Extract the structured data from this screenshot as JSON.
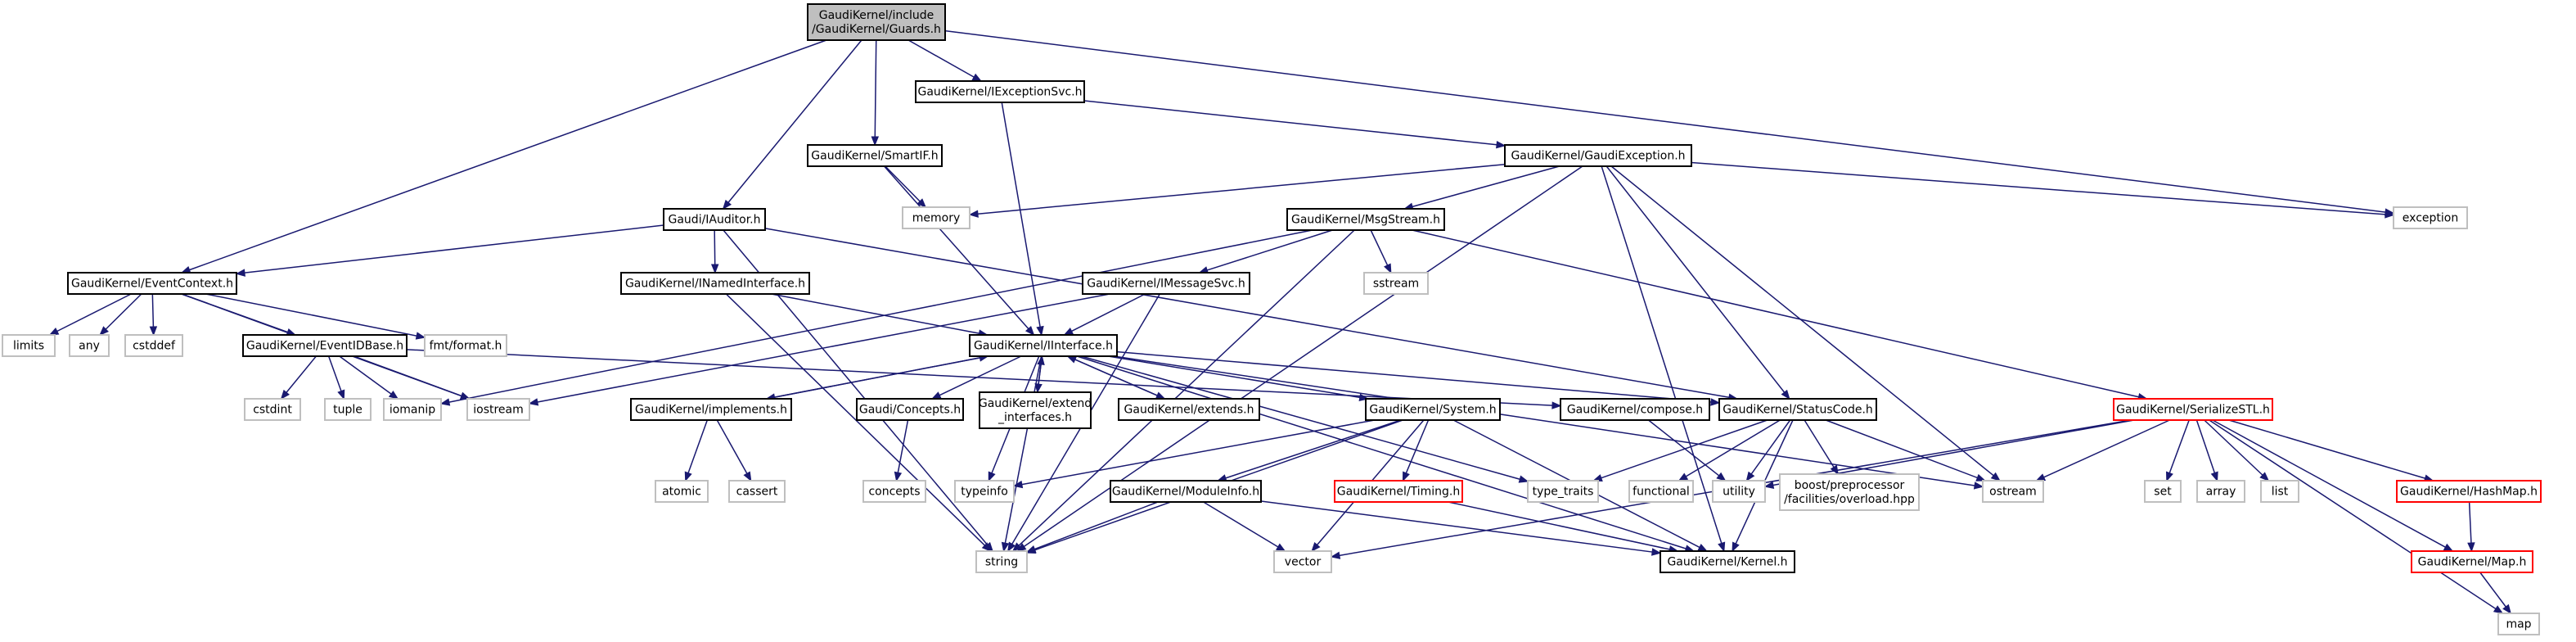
{
  "colors": {
    "edge": "#191970",
    "root_fill": "#bfbfbf",
    "root_border": "#000000",
    "header_border": "#000000",
    "external_border": "#bfbfbf",
    "truncated_border": "#ff0000",
    "text": "#000000"
  },
  "nodes": [
    {
      "id": "guards",
      "lines": [
        "GaudiKernel/include",
        "/GaudiKernel/Guards.h"
      ],
      "kind": "root"
    },
    {
      "id": "iexceptionsvc",
      "lines": [
        "GaudiKernel/IExceptionSvc.h"
      ],
      "kind": "header"
    },
    {
      "id": "smartif",
      "lines": [
        "GaudiKernel/SmartIF.h"
      ],
      "kind": "header"
    },
    {
      "id": "gaudiexception",
      "lines": [
        "GaudiKernel/GaudiException.h"
      ],
      "kind": "header"
    },
    {
      "id": "iauditor",
      "lines": [
        "Gaudi/IAuditor.h"
      ],
      "kind": "header"
    },
    {
      "id": "msgstream",
      "lines": [
        "GaudiKernel/MsgStream.h"
      ],
      "kind": "header"
    },
    {
      "id": "memory",
      "lines": [
        "memory"
      ],
      "kind": "external"
    },
    {
      "id": "exception",
      "lines": [
        "exception"
      ],
      "kind": "external"
    },
    {
      "id": "eventcontext",
      "lines": [
        "GaudiKernel/EventContext.h"
      ],
      "kind": "header"
    },
    {
      "id": "inamedinterface",
      "lines": [
        "GaudiKernel/INamedInterface.h"
      ],
      "kind": "header"
    },
    {
      "id": "imessagesvc",
      "lines": [
        "GaudiKernel/IMessageSvc.h"
      ],
      "kind": "header"
    },
    {
      "id": "sstream",
      "lines": [
        "sstream"
      ],
      "kind": "external"
    },
    {
      "id": "limits",
      "lines": [
        "limits"
      ],
      "kind": "external"
    },
    {
      "id": "any",
      "lines": [
        "any"
      ],
      "kind": "external"
    },
    {
      "id": "cstddef",
      "lines": [
        "cstddef"
      ],
      "kind": "external"
    },
    {
      "id": "eventidbase",
      "lines": [
        "GaudiKernel/EventIDBase.h"
      ],
      "kind": "header"
    },
    {
      "id": "fmtformat",
      "lines": [
        "fmt/format.h"
      ],
      "kind": "external"
    },
    {
      "id": "iinterface",
      "lines": [
        "GaudiKernel/IInterface.h"
      ],
      "kind": "header"
    },
    {
      "id": "cstdint",
      "lines": [
        "cstdint"
      ],
      "kind": "external"
    },
    {
      "id": "tuple",
      "lines": [
        "tuple"
      ],
      "kind": "external"
    },
    {
      "id": "iomanip",
      "lines": [
        "iomanip"
      ],
      "kind": "external"
    },
    {
      "id": "iostream",
      "lines": [
        "iostream"
      ],
      "kind": "external"
    },
    {
      "id": "implements",
      "lines": [
        "GaudiKernel/implements.h"
      ],
      "kind": "header"
    },
    {
      "id": "concepts_h",
      "lines": [
        "Gaudi/Concepts.h"
      ],
      "kind": "header"
    },
    {
      "id": "extend_interfaces",
      "lines": [
        "GaudiKernel/extend",
        "_interfaces.h"
      ],
      "kind": "header"
    },
    {
      "id": "extends",
      "lines": [
        "GaudiKernel/extends.h"
      ],
      "kind": "header"
    },
    {
      "id": "system",
      "lines": [
        "GaudiKernel/System.h"
      ],
      "kind": "header"
    },
    {
      "id": "compose",
      "lines": [
        "GaudiKernel/compose.h"
      ],
      "kind": "header"
    },
    {
      "id": "statuscode",
      "lines": [
        "GaudiKernel/StatusCode.h"
      ],
      "kind": "header"
    },
    {
      "id": "serializestl",
      "lines": [
        "GaudiKernel/SerializeSTL.h"
      ],
      "kind": "truncated"
    },
    {
      "id": "atomic",
      "lines": [
        "atomic"
      ],
      "kind": "external"
    },
    {
      "id": "cassert",
      "lines": [
        "cassert"
      ],
      "kind": "external"
    },
    {
      "id": "concepts",
      "lines": [
        "concepts"
      ],
      "kind": "external"
    },
    {
      "id": "typeinfo",
      "lines": [
        "typeinfo"
      ],
      "kind": "external"
    },
    {
      "id": "moduleinfo",
      "lines": [
        "GaudiKernel/ModuleInfo.h"
      ],
      "kind": "header"
    },
    {
      "id": "timing",
      "lines": [
        "GaudiKernel/Timing.h"
      ],
      "kind": "truncated"
    },
    {
      "id": "type_traits",
      "lines": [
        "type_traits"
      ],
      "kind": "external"
    },
    {
      "id": "functional",
      "lines": [
        "functional"
      ],
      "kind": "external"
    },
    {
      "id": "utility",
      "lines": [
        "utility"
      ],
      "kind": "external"
    },
    {
      "id": "overload",
      "lines": [
        "boost/preprocessor",
        "/facilities/overload.hpp"
      ],
      "kind": "external"
    },
    {
      "id": "ostream",
      "lines": [
        "ostream"
      ],
      "kind": "external"
    },
    {
      "id": "set",
      "lines": [
        "set"
      ],
      "kind": "external"
    },
    {
      "id": "array",
      "lines": [
        "array"
      ],
      "kind": "external"
    },
    {
      "id": "list",
      "lines": [
        "list"
      ],
      "kind": "external"
    },
    {
      "id": "hashmap",
      "lines": [
        "GaudiKernel/HashMap.h"
      ],
      "kind": "truncated"
    },
    {
      "id": "string",
      "lines": [
        "string"
      ],
      "kind": "external"
    },
    {
      "id": "vector",
      "lines": [
        "vector"
      ],
      "kind": "external"
    },
    {
      "id": "kernel",
      "lines": [
        "GaudiKernel/Kernel.h"
      ],
      "kind": "header"
    },
    {
      "id": "map_h",
      "lines": [
        "GaudiKernel/Map.h"
      ],
      "kind": "truncated"
    },
    {
      "id": "map",
      "lines": [
        "map"
      ],
      "kind": "external"
    }
  ],
  "edges": [
    [
      "guards",
      "iexceptionsvc"
    ],
    [
      "guards",
      "smartif"
    ],
    [
      "guards",
      "iauditor"
    ],
    [
      "guards",
      "eventcontext"
    ],
    [
      "guards",
      "exception"
    ],
    [
      "iexceptionsvc",
      "gaudiexception"
    ],
    [
      "iexceptionsvc",
      "iinterface"
    ],
    [
      "smartif",
      "memory"
    ],
    [
      "smartif",
      "iinterface"
    ],
    [
      "gaudiexception",
      "memory"
    ],
    [
      "gaudiexception",
      "msgstream"
    ],
    [
      "gaudiexception",
      "statuscode"
    ],
    [
      "gaudiexception",
      "exception"
    ],
    [
      "gaudiexception",
      "ostream"
    ],
    [
      "gaudiexception",
      "string"
    ],
    [
      "gaudiexception",
      "kernel"
    ],
    [
      "iauditor",
      "eventcontext"
    ],
    [
      "iauditor",
      "inamedinterface"
    ],
    [
      "iauditor",
      "statuscode"
    ],
    [
      "iauditor",
      "string"
    ],
    [
      "msgstream",
      "imessagesvc"
    ],
    [
      "msgstream",
      "sstream"
    ],
    [
      "msgstream",
      "serializestl"
    ],
    [
      "msgstream",
      "iomanip"
    ],
    [
      "msgstream",
      "string"
    ],
    [
      "eventcontext",
      "limits"
    ],
    [
      "eventcontext",
      "any"
    ],
    [
      "eventcontext",
      "cstddef"
    ],
    [
      "eventcontext",
      "eventidbase"
    ],
    [
      "eventcontext",
      "fmtformat"
    ],
    [
      "eventcontext",
      "iostream"
    ],
    [
      "inamedinterface",
      "iinterface"
    ],
    [
      "inamedinterface",
      "string"
    ],
    [
      "imessagesvc",
      "iinterface"
    ],
    [
      "imessagesvc",
      "iostream"
    ],
    [
      "imessagesvc",
      "string"
    ],
    [
      "eventidbase",
      "cstdint"
    ],
    [
      "eventidbase",
      "tuple"
    ],
    [
      "eventidbase",
      "iomanip"
    ],
    [
      "eventidbase",
      "iostream"
    ],
    [
      "eventidbase",
      "compose"
    ],
    [
      "iinterface",
      "implements"
    ],
    [
      "iinterface",
      "concepts_h"
    ],
    [
      "iinterface",
      "extend_interfaces"
    ],
    [
      "iinterface",
      "extends"
    ],
    [
      "iinterface",
      "system"
    ],
    [
      "iinterface",
      "statuscode"
    ],
    [
      "iinterface",
      "typeinfo"
    ],
    [
      "iinterface",
      "type_traits"
    ],
    [
      "iinterface",
      "ostream"
    ],
    [
      "iinterface",
      "string"
    ],
    [
      "iinterface",
      "kernel"
    ],
    [
      "implements",
      "iinterface"
    ],
    [
      "implements",
      "atomic"
    ],
    [
      "implements",
      "cassert"
    ],
    [
      "concepts_h",
      "concepts"
    ],
    [
      "extend_interfaces",
      "iinterface"
    ],
    [
      "extends",
      "iinterface"
    ],
    [
      "system",
      "moduleinfo"
    ],
    [
      "system",
      "timing"
    ],
    [
      "system",
      "kernel"
    ],
    [
      "system",
      "typeinfo"
    ],
    [
      "system",
      "string"
    ],
    [
      "system",
      "vector"
    ],
    [
      "compose",
      "utility"
    ],
    [
      "statuscode",
      "type_traits"
    ],
    [
      "statuscode",
      "functional"
    ],
    [
      "statuscode",
      "utility"
    ],
    [
      "statuscode",
      "overload"
    ],
    [
      "statuscode",
      "ostream"
    ],
    [
      "statuscode",
      "kernel"
    ],
    [
      "serializestl",
      "ostream"
    ],
    [
      "serializestl",
      "utility"
    ],
    [
      "serializestl",
      "set"
    ],
    [
      "serializestl",
      "array"
    ],
    [
      "serializestl",
      "list"
    ],
    [
      "serializestl",
      "hashmap"
    ],
    [
      "serializestl",
      "map_h"
    ],
    [
      "serializestl",
      "map"
    ],
    [
      "serializestl",
      "vector"
    ],
    [
      "moduleinfo",
      "string"
    ],
    [
      "moduleinfo",
      "vector"
    ],
    [
      "moduleinfo",
      "kernel"
    ],
    [
      "timing",
      "kernel"
    ],
    [
      "hashmap",
      "map_h"
    ],
    [
      "map_h",
      "map"
    ]
  ]
}
